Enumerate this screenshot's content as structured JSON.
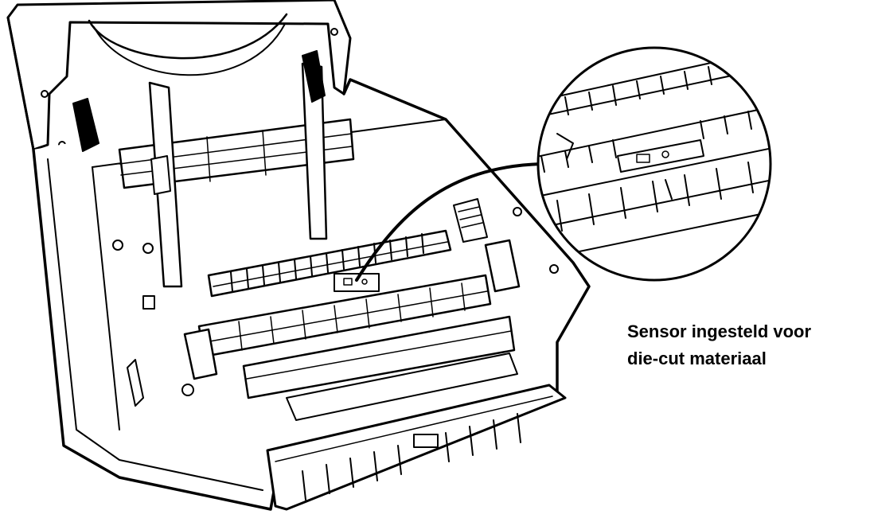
{
  "caption": {
    "line1": "Sensor ingesteld voor",
    "line2": "die-cut materiaal"
  },
  "colors": {
    "ink": "#000000",
    "paper": "#ffffff",
    "shade": "#f2f2f2"
  },
  "icons": {
    "drawing": "thermal-label-printer-open-line-art",
    "detail": "sensor-magnifier-callout"
  }
}
